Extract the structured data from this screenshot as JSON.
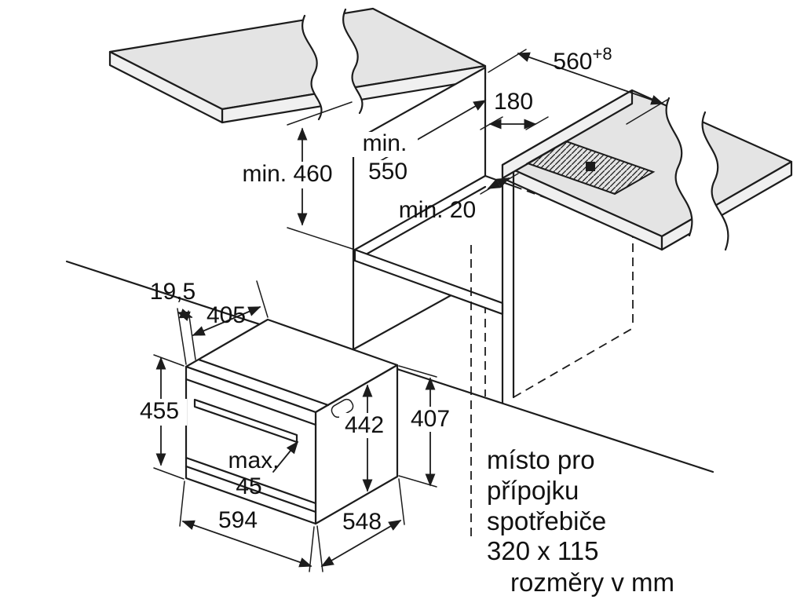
{
  "diagram": {
    "dims": {
      "niche_width": "560",
      "niche_width_tolerance": "+8",
      "vent_depth": "180",
      "niche_depth_line1": "min.",
      "niche_depth_line2": "550",
      "niche_height": "min. 460",
      "back_gap": "min. 20",
      "fascia_depth": "19,5",
      "top_depth": "405",
      "oven_height": "455",
      "body_height": "442",
      "back_height": "407",
      "handle_line1": "max.",
      "handle_line2": "45",
      "oven_width": "594",
      "oven_depth": "548"
    },
    "note_lines": [
      "místo pro",
      "přípojku",
      "spotřebiče",
      "320 x 115"
    ],
    "units_note": "rozměry v mm",
    "colors": {
      "line": "#1c1c1c",
      "worktop": "#e4e4e4",
      "worktop_edge": "#f0f0f0"
    }
  }
}
